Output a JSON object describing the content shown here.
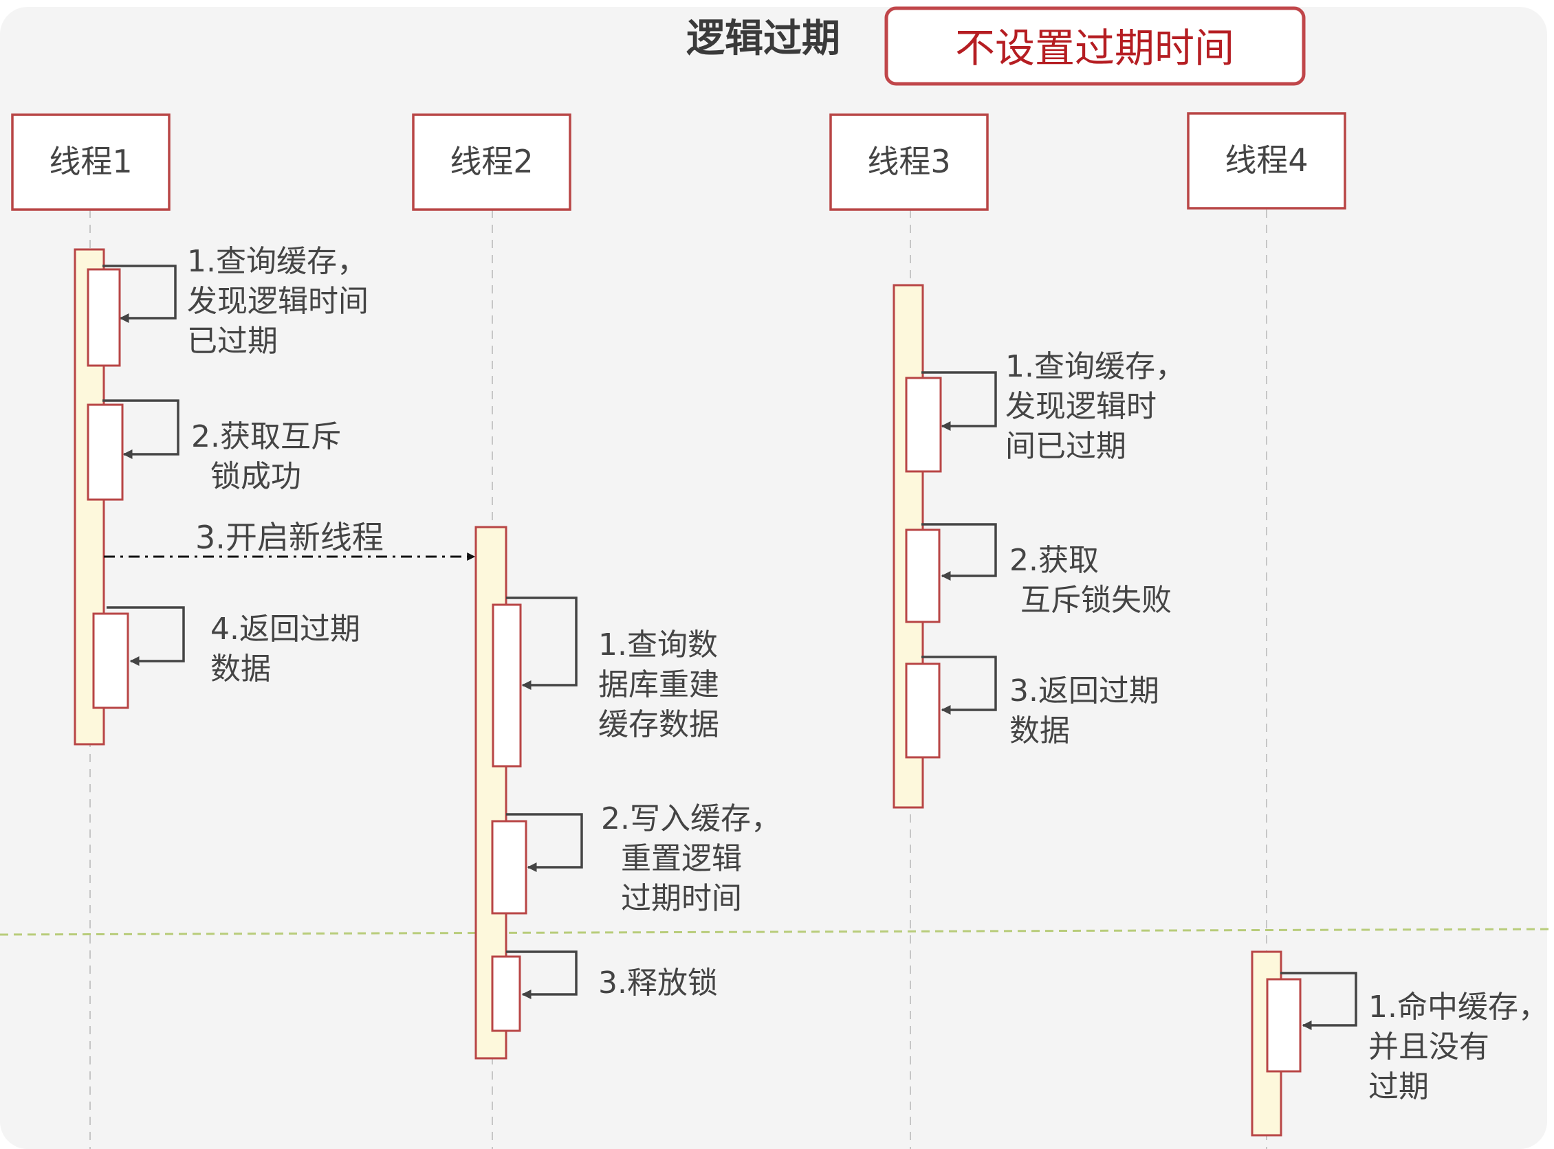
{
  "diagram": {
    "title": "逻辑过期",
    "note": "不设置过期时间",
    "colors": {
      "background": "#f4f4f4",
      "box_border": "#b84545",
      "note_border": "#c0464a",
      "note_text": "#b51d22",
      "activation_fill": "#fdf8dc",
      "separator": "#b8cc7a",
      "text": "#444444",
      "arrow": "#444444"
    },
    "threads": [
      {
        "label": "线程1"
      },
      {
        "label": "线程2"
      },
      {
        "label": "线程3"
      },
      {
        "label": "线程4"
      }
    ],
    "thread1_steps": [
      {
        "lines": [
          "1.查询缓存，",
          "发现逻辑时间",
          "已过期"
        ]
      },
      {
        "lines": [
          "2.获取互斥",
          "锁成功"
        ]
      },
      {
        "lines": [
          "4.返回过期",
          "数据"
        ]
      }
    ],
    "async_message": "3.开启新线程",
    "thread2_steps": [
      {
        "lines": [
          "1.查询数",
          "据库重建",
          "缓存数据"
        ]
      },
      {
        "lines": [
          "2.写入缓存，",
          "重置逻辑",
          "过期时间"
        ]
      },
      {
        "lines": [
          "3.释放锁"
        ]
      }
    ],
    "thread3_steps": [
      {
        "lines": [
          "1.查询缓存，",
          "发现逻辑时",
          "间已过期"
        ]
      },
      {
        "lines": [
          "2.获取",
          "互斥锁失败"
        ]
      },
      {
        "lines": [
          "3.返回过期",
          "数据"
        ]
      }
    ],
    "thread4_steps": [
      {
        "lines": [
          "1.命中缓存，",
          "并且没有",
          "过期"
        ]
      }
    ]
  }
}
